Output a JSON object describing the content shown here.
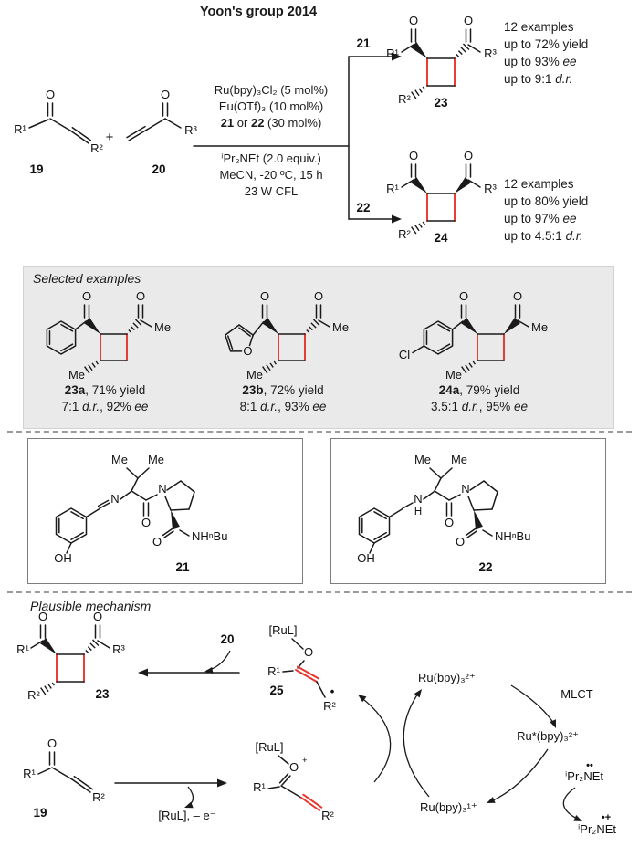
{
  "title": "Yoon's group 2014",
  "colors": {
    "bond_red": "#e8342a",
    "panel_gray": "#eaeaea",
    "ink": "#1a1a1a"
  },
  "atoms": {
    "O": "O",
    "Me": "Me",
    "R1": "R¹",
    "R2": "R²",
    "R3": "R³",
    "Cl": "Cl",
    "OH": "OH",
    "N": "N",
    "H": "H",
    "NHnBu": "NHⁿBu",
    "RuL": "[RuL]",
    "plus": "+"
  },
  "scheme": {
    "plus": "+",
    "n19": "19",
    "n20": "20",
    "n23": "23",
    "n24": "24",
    "branch21": "21",
    "branch22": "22",
    "cond1": "Ru(bpy)₃Cl₂ (5 mol%)",
    "cond2": "Eu(OTf)₃ (10 mol%)",
    "cond3b1": "21",
    "cond3mid": " or ",
    "cond3b2": "22",
    "cond3tail": " (30 mol%)",
    "cond4": "ⁱPr₂NEt (2.0 equiv.)",
    "cond5": "MeCN, -20 ºC, 15 h",
    "cond6": "23 W CFL",
    "res23": {
      "l1": "12 examples",
      "l2": "up to 72% yield",
      "l3a": "up to 93% ",
      "l3b": "ee",
      "l4a": "up to 9:1 ",
      "l4b": "d.r."
    },
    "res24": {
      "l1": "12 examples",
      "l2": "up to 80% yield",
      "l3a": "up to 97% ",
      "l3b": "ee",
      "l4a": "up to 4.5:1 ",
      "l4b": "d.r."
    }
  },
  "examples": {
    "header": "Selected examples",
    "e1": {
      "id": "23a",
      "l1": ", 71% yield",
      "l2a": "7:1 ",
      "l2b": "d.r.",
      "l2c": ", 92% ",
      "l2d": "ee"
    },
    "e2": {
      "id": "23b",
      "l1": ", 72% yield",
      "l2a": "8:1 ",
      "l2b": "d.r.",
      "l2c": ", 93% ",
      "l2d": "ee"
    },
    "e3": {
      "id": "24a",
      "l1": ", 79% yield",
      "l2a": "3.5:1 ",
      "l2b": "d.r.",
      "l2c": ", 95% ",
      "l2d": "ee"
    }
  },
  "ligands": {
    "n21": "21",
    "n22": "22"
  },
  "mech": {
    "header": "Plausible mechanism",
    "n19": "19",
    "n20": "20",
    "n23": "23",
    "n25": "25",
    "oPlus": "+",
    "radicalDot": "•",
    "ru2": "Ru(bpy)₃²⁺",
    "mlct": "MLCT",
    "ruStar": "Ru*(bpy)₃²⁺",
    "ru1": "Ru(bpy)₃¹⁺",
    "amine": "ⁱPr₂NEt",
    "amineDots": "••",
    "amineRad": "ⁱPr₂NEt",
    "amineRadDots": "•+",
    "rulE": "[RuL], – e⁻"
  }
}
